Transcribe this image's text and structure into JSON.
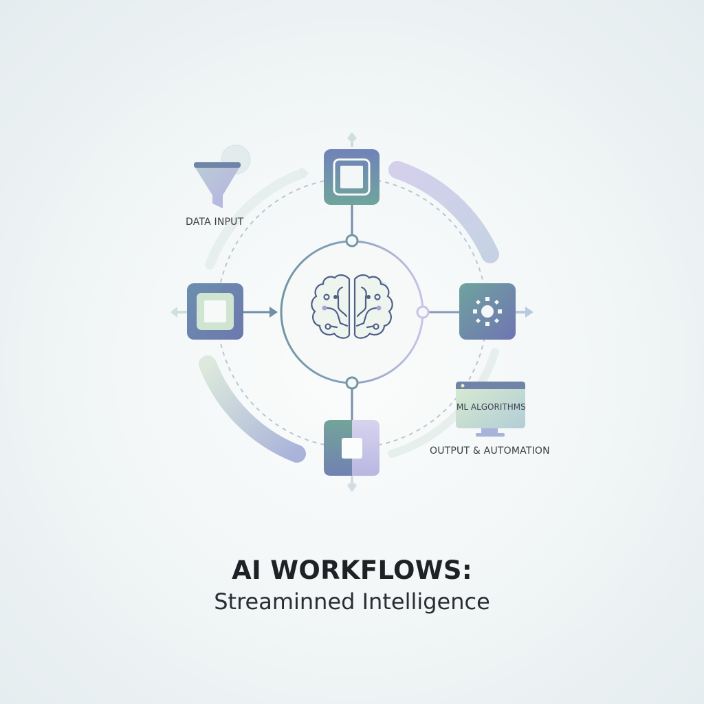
{
  "diagram": {
    "title": "AI WORKFLOWS:",
    "subtitle": "Streaminned Intelligence",
    "labels": {
      "data_input": "DATA INPUT",
      "ml_algorithms": "ML ALGORITHMS",
      "output_automation": "OUTPUT & AUTOMATION"
    },
    "nodes": [
      {
        "id": "top",
        "icon": "square-frame-icon"
      },
      {
        "id": "left",
        "icon": "square-frame-icon"
      },
      {
        "id": "right",
        "icon": "gear-icon"
      },
      {
        "id": "bottom",
        "icon": "split-square-icon"
      },
      {
        "id": "center",
        "icon": "brain-circuit-icon"
      }
    ],
    "icons": [
      "funnel-icon",
      "monitor-icon"
    ],
    "colors": {
      "teal": "#6f9aa0",
      "slate_blue": "#6f7fb0",
      "lavender": "#c9c6e6",
      "mint": "#d3e6d6",
      "text": "#1e2226"
    }
  }
}
